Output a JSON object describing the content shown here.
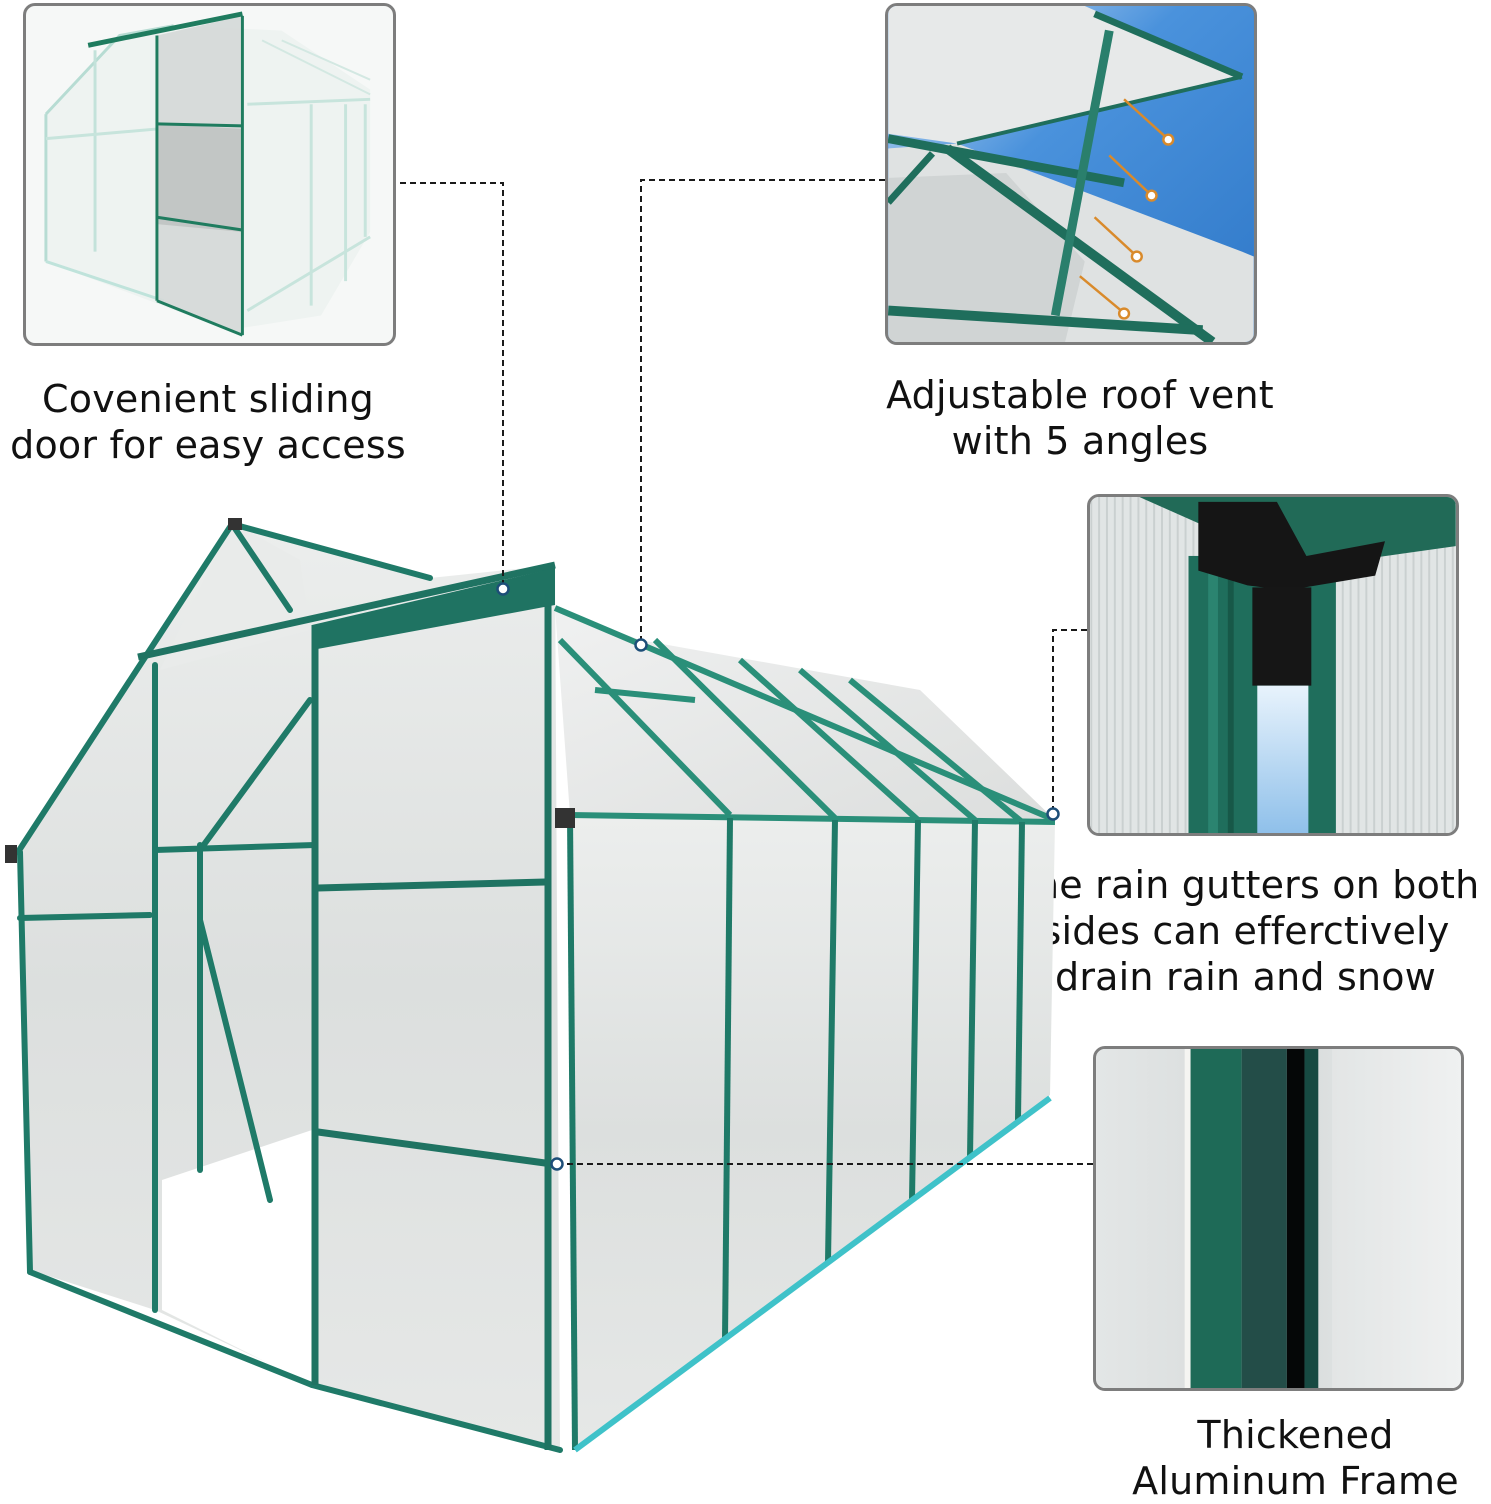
{
  "colors": {
    "frame_green": "#1f6e5c",
    "frame_teal": "#2aa39a",
    "frame_highlight": "#3fc2c9",
    "panel": "#e4e7e6",
    "panel_shade": "#cfd4d2",
    "inset_border": "#7d7d7d",
    "leader_line": "#1a1a1a",
    "marker_ring": "#1d4e78",
    "sky": "#3a86d4",
    "orange_marker": "#d98a2b",
    "gutter_black": "#151515",
    "water": "#9cc8ee"
  },
  "features": [
    {
      "id": "sliding-door",
      "image_label": "sliding door inset",
      "caption_lines": [
        "Covenient sliding",
        "door for easy access"
      ]
    },
    {
      "id": "roof-vent",
      "image_label": "roof vent inset",
      "caption_lines": [
        "Adjustable roof vent",
        "with 5 angles"
      ]
    },
    {
      "id": "rain-gutter",
      "image_label": "rain gutter inset",
      "caption_lines": [
        "The rain gutters on both",
        "sides can efferctively",
        "drain rain and snow"
      ]
    },
    {
      "id": "aluminum-frame",
      "image_label": "aluminum frame inset",
      "caption_lines": [
        "Thickened",
        "Aluminum Frame"
      ]
    }
  ],
  "main_image": {
    "label": "greenhouse main illustration"
  }
}
